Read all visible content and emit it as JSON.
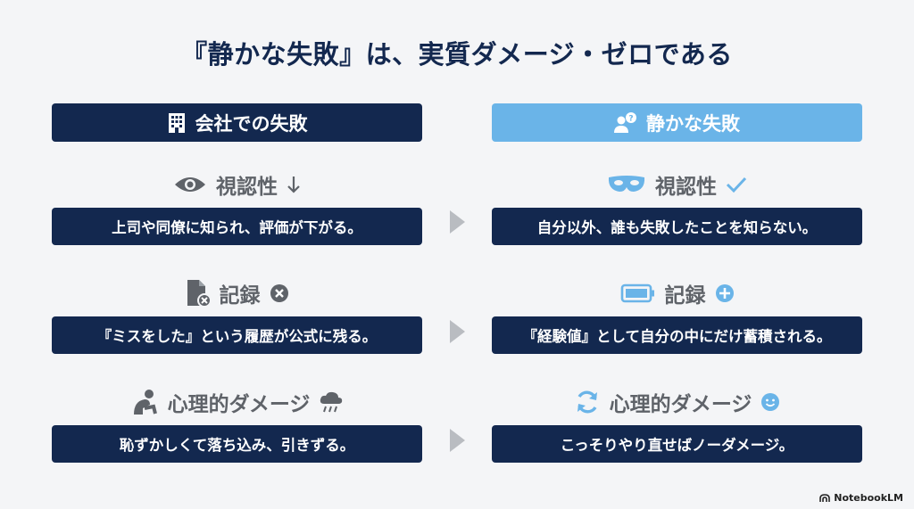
{
  "title": "『静かな失敗』は、実質ダメージ・ゼロである",
  "left": {
    "header": "会社での失敗",
    "rows": [
      {
        "label": "視認性",
        "text": "上司や同僚に知られ、評価が下がる。"
      },
      {
        "label": "記録",
        "text": "『ミスをした』という履歴が公式に残る。"
      },
      {
        "label": "心理的ダメージ",
        "text": "恥ずかしくて落ち込み、引きずる。"
      }
    ]
  },
  "right": {
    "header": "静かな失敗",
    "rows": [
      {
        "label": "視認性",
        "text": "自分以外、誰も失敗したことを知らない。"
      },
      {
        "label": "記録",
        "text": "『経験値』として自分の中にだけ蓄積される。"
      },
      {
        "label": "心理的ダメージ",
        "text": "こっそりやり直せばノーダメージ。"
      }
    ]
  },
  "footer": "NotebookLM",
  "colors": {
    "navy": "#13284f",
    "lightBlue": "#6ab4e8",
    "gray": "#5f6369"
  },
  "icons": {
    "left": [
      "building-icon",
      "eye-icon",
      "down-arrow-icon",
      "document-x-icon",
      "x-circle-icon",
      "distressed-person-icon",
      "rain-cloud-icon"
    ],
    "right": [
      "person-question-icon",
      "mask-icon",
      "check-icon",
      "battery-icon",
      "plus-circle-icon",
      "refresh-icon",
      "smile-icon"
    ]
  }
}
